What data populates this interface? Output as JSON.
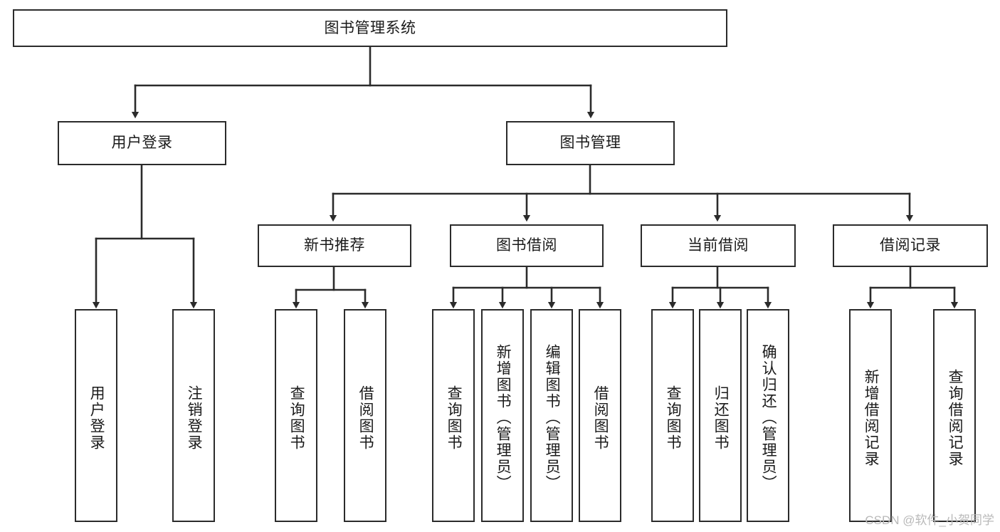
{
  "diagram": {
    "title": "图书管理系统",
    "type": "tree-hierarchy-chart",
    "watermark": "CSDN @软件_小贺同学",
    "colors": {
      "node_border": "#2b2b2b",
      "node_fill": "#ffffff",
      "edge": "#2b2b2b",
      "text": "#1a1a1a",
      "watermark": "#b9b9b9",
      "background": "#ffffff"
    }
  },
  "nodes": {
    "root": {
      "label": "图书管理系统"
    },
    "level2": [
      {
        "id": "user-login",
        "label": "用户登录"
      },
      {
        "id": "book-manage",
        "label": "图书管理"
      }
    ],
    "level3": [
      {
        "id": "new-book-rec",
        "label": "新书推荐"
      },
      {
        "id": "book-borrow",
        "label": "图书借阅"
      },
      {
        "id": "current-borrow",
        "label": "当前借阅"
      },
      {
        "id": "borrow-record",
        "label": "借阅记录"
      }
    ],
    "leaves": {
      "user_login": [
        {
          "id": "leaf-user-login",
          "label": "用户登录"
        },
        {
          "id": "leaf-logout-login",
          "label": "注销登录"
        }
      ],
      "new_book_rec": [
        {
          "id": "leaf-query-book-1",
          "label": "查询图书"
        },
        {
          "id": "leaf-borrow-book-1",
          "label": "借阅图书"
        }
      ],
      "book_borrow": [
        {
          "id": "leaf-query-book-2",
          "label": "查询图书"
        },
        {
          "id": "leaf-add-book",
          "label": "新增图书（管理员）"
        },
        {
          "id": "leaf-edit-book",
          "label": "编辑图书（管理员）"
        },
        {
          "id": "leaf-borrow-book-2",
          "label": "借阅图书"
        }
      ],
      "current_borrow": [
        {
          "id": "leaf-query-book-3",
          "label": "查询图书"
        },
        {
          "id": "leaf-return-book",
          "label": "归还图书"
        },
        {
          "id": "leaf-confirm-return",
          "label": "确认归还（管理员）"
        }
      ],
      "borrow_record": [
        {
          "id": "leaf-add-record",
          "label": "新增借阅记录"
        },
        {
          "id": "leaf-query-record",
          "label": "查询借阅记录"
        }
      ]
    }
  }
}
